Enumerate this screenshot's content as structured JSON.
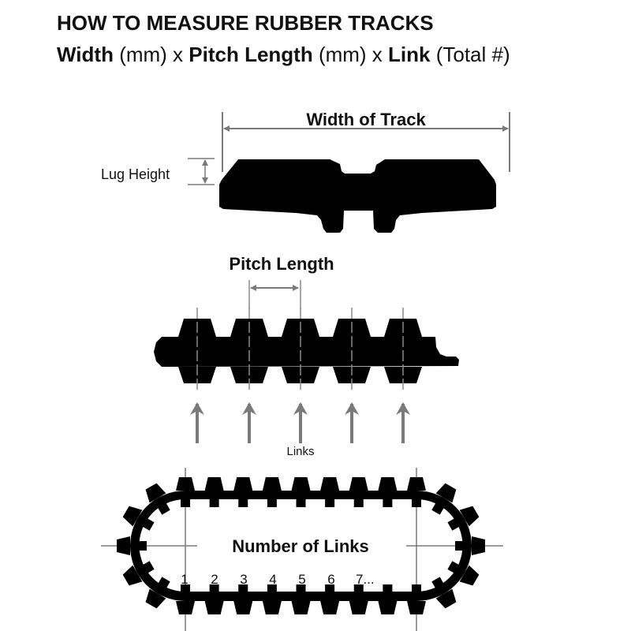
{
  "header": {
    "title": "HOW TO MEASURE RUBBER TRACKS",
    "formula": {
      "width_bold": "Width",
      "width_unit": " (mm) x ",
      "pitch_bold": "Pitch Length",
      "pitch_unit": " (mm) x ",
      "link_bold": "Link",
      "link_unit": " (Total #)"
    }
  },
  "cross_section": {
    "width_label": "Width of Track",
    "lug_label": "Lug Height"
  },
  "side_profile": {
    "pitch_label": "Pitch Length",
    "links_label": "Links"
  },
  "loop": {
    "title": "Number of Links",
    "numbers": [
      "1",
      "2",
      "3",
      "4",
      "5",
      "6",
      "7..."
    ]
  },
  "colors": {
    "track": "#000000",
    "guide": "#7a7a7a"
  }
}
